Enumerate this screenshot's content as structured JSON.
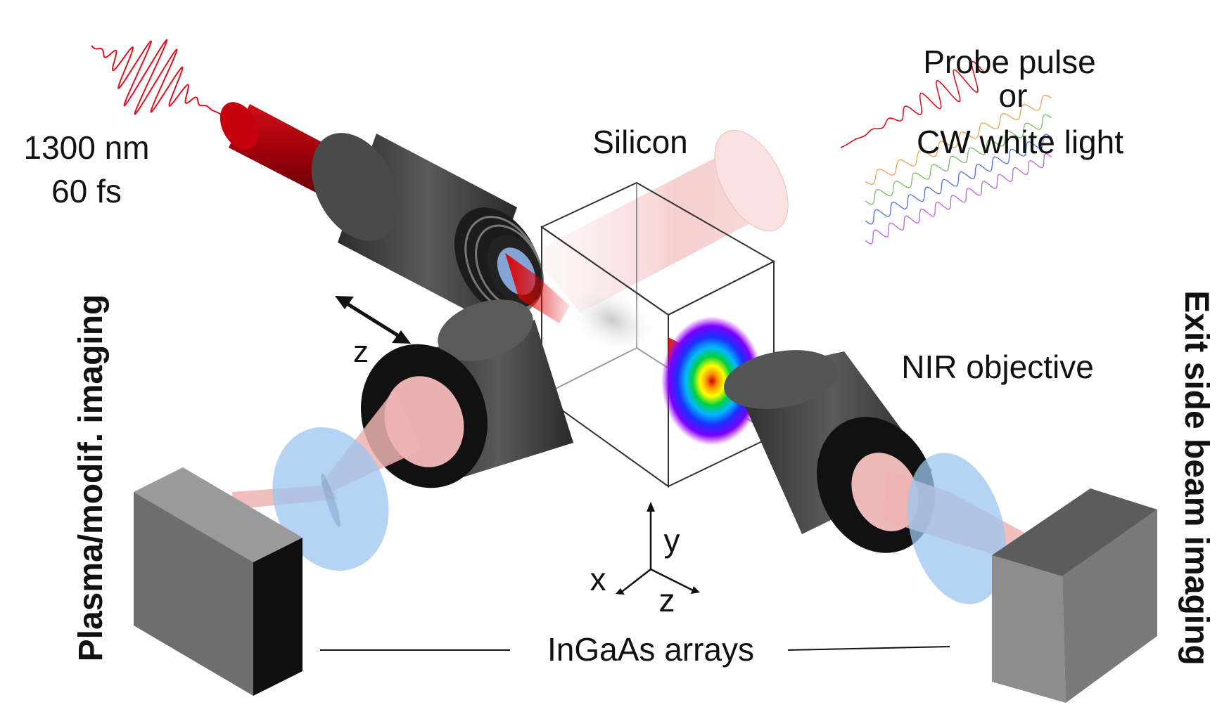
{
  "labels": {
    "wavelength": "1300 nm",
    "duration": "60 fs",
    "sample": "Silicon",
    "probe_line1": "Probe pulse",
    "probe_line2": "or",
    "probe_line3": "CW white light",
    "left_side": "Plasma/modif. imaging",
    "right_side": "Exit side beam imaging",
    "objective": "NIR objective",
    "detectors": "InGaAs arrays",
    "translation_axis": "z",
    "axis_x": "x",
    "axis_y": "y",
    "axis_z": "z"
  },
  "colors": {
    "pump_beam": "#b0000b",
    "objective_body": "#3e3e3e",
    "lens": "#9cc6f0",
    "probe_beam": "#f6c9c9",
    "detector": "#6f6f6f"
  }
}
